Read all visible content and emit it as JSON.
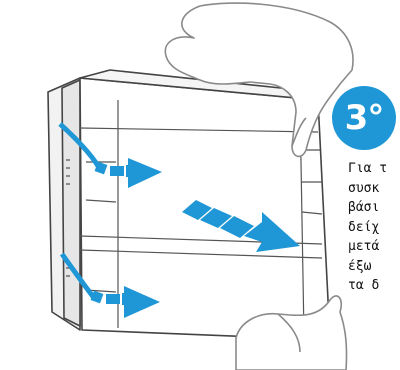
{
  "step": {
    "label": "3°"
  },
  "instructions": [
    "Για τ",
    "συσκ",
    "βάσι",
    "δείχ",
    "μετά",
    "έξω",
    "τα δ"
  ],
  "colors": {
    "accent": "#1f97d6",
    "hand_outline": "#8a8a8a",
    "device_outline": "#444444"
  }
}
